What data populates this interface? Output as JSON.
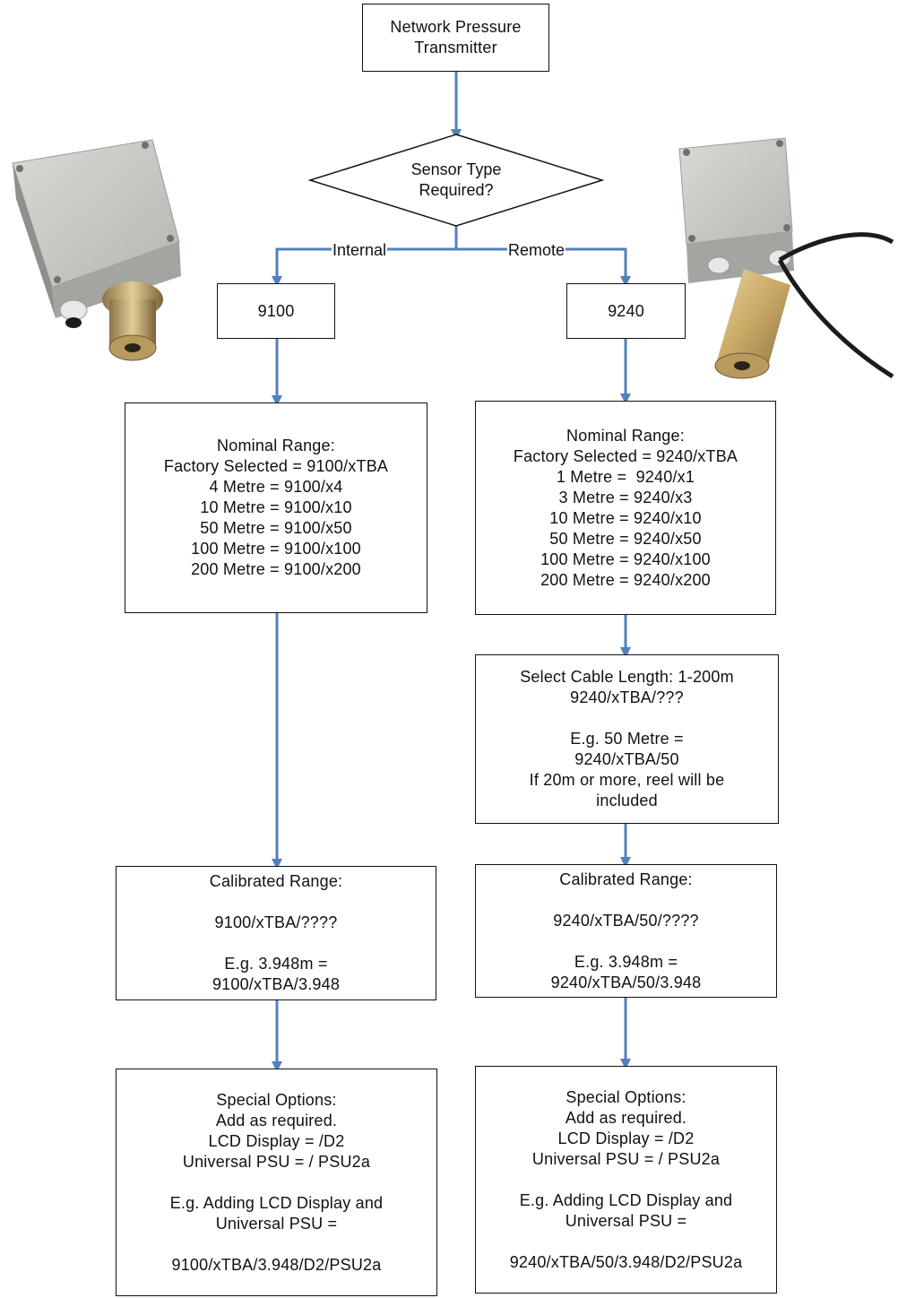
{
  "colors": {
    "connector": "#4f81bd",
    "box_border": "#111111",
    "enclosure_light": "#c9cbc7",
    "enclosure_dark": "#8e908c",
    "brass": "#c9a864",
    "cable": "#1c1c1c"
  },
  "diagram": {
    "start": {
      "lines": [
        "Network Pressure",
        "Transmitter"
      ]
    },
    "decision": {
      "lines": [
        "Sensor Type",
        "Required?"
      ],
      "left_branch_label": "Internal",
      "right_branch_label": "Remote"
    },
    "left": {
      "model": "9100",
      "nominal_range": {
        "lines": [
          "Nominal Range:",
          "Factory Selected = 9100/xTBA",
          "4 Metre = 9100/x4",
          "10 Metre = 9100/x10",
          "50 Metre = 9100/x50",
          "100 Metre = 9100/x100",
          "200 Metre = 9100/x200"
        ]
      },
      "calibrated_range": {
        "lines": [
          "Calibrated Range:",
          "",
          "9100/xTBA/????",
          "",
          "E.g. 3.948m =",
          "9100/xTBA/3.948"
        ]
      },
      "special_options": {
        "lines": [
          "Special Options:",
          "Add as required.",
          "LCD Display = /D2",
          "Universal PSU = / PSU2a",
          "",
          "E.g. Adding LCD Display and",
          "Universal PSU =",
          "",
          "9100/xTBA/3.948/D2/PSU2a"
        ]
      }
    },
    "right": {
      "model": "9240",
      "nominal_range": {
        "lines": [
          "Nominal Range:",
          "Factory Selected = 9240/xTBA",
          "1 Metre =  9240/x1",
          "3 Metre = 9240/x3",
          "10 Metre = 9240/x10",
          "50 Metre = 9240/x50",
          "100 Metre = 9240/x100",
          "200 Metre = 9240/x200"
        ]
      },
      "cable_length": {
        "lines": [
          "Select Cable Length: 1-200m",
          "9240/xTBA/???",
          "",
          "E.g. 50 Metre =",
          "9240/xTBA/50",
          "If 20m or more, reel will be",
          "included"
        ]
      },
      "calibrated_range": {
        "lines": [
          "Calibrated Range:",
          "",
          "9240/xTBA/50/????",
          "",
          "E.g. 3.948m =",
          "9240/xTBA/50/3.948"
        ]
      },
      "special_options": {
        "lines": [
          "Special Options:",
          "Add as required.",
          "LCD Display = /D2",
          "Universal PSU = / PSU2a",
          "",
          "E.g. Adding LCD Display and",
          "Universal PSU =",
          "",
          "9240/xTBA/50/3.948/D2/PSU2a"
        ]
      }
    }
  }
}
